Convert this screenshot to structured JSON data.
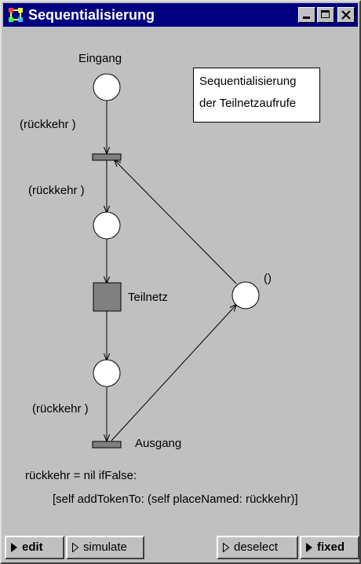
{
  "window": {
    "title": "Sequentialisierung"
  },
  "net": {
    "place_input_label": "Eingang",
    "arc_labels": [
      "(rückkehr )",
      "(rückkehr )",
      "(rückkehr )"
    ],
    "subnet_label": "Teilnetz",
    "side_place_label": "()",
    "output_transition_label": "Ausgang",
    "note_lines": [
      "Sequentialisierung",
      "der Teilnetzaufrufe"
    ],
    "guard_line1": "rückkehr = nil ifFalse:",
    "guard_line2": "[self addTokenTo: (self placeNamed: rückkehr)]"
  },
  "toolbar": {
    "edit": "edit",
    "simulate": "simulate",
    "deselect": "deselect",
    "fixed": "fixed"
  },
  "colors": {
    "titlebar": "#000080",
    "transition": "#808080",
    "background": "#c0c0c0"
  }
}
